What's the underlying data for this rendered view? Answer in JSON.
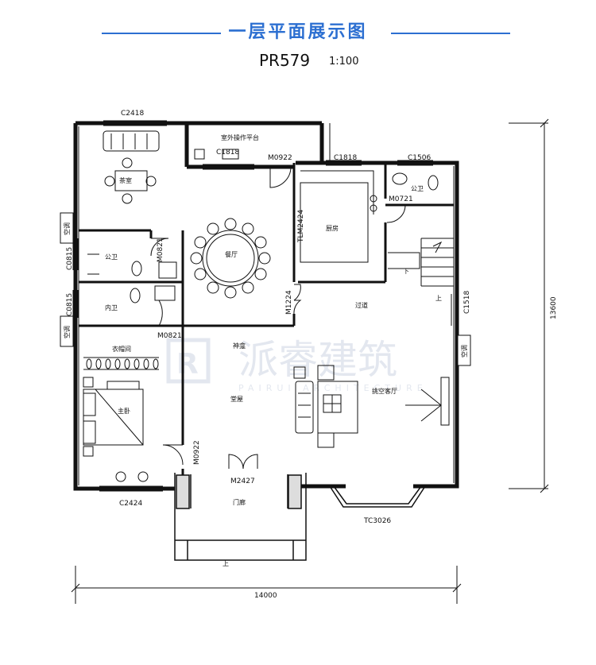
{
  "header": {
    "title": "一层平面展示图",
    "accent_color": "#2c6fd1"
  },
  "plan": {
    "code": "PR579",
    "scale": "1:100"
  },
  "rooms": {
    "terrace": "室外操作平台",
    "tea_room": "茶室",
    "dining": "餐厅",
    "kitchen": "厨房",
    "public_wc": "公卫",
    "inner_wc": "内卫",
    "public_wc2": "公卫",
    "corridor": "过道",
    "shrine": "神龛",
    "hall": "堂屋",
    "living": "挑空客厅",
    "closet": "衣帽间",
    "master_bed": "主卧",
    "porch": "门廊",
    "ac_label": "空调"
  },
  "openings": {
    "c2418": "C2418",
    "c1818a": "C1818",
    "m0922a": "M0922",
    "c1818b": "C1818",
    "c1506": "C1506",
    "m0721": "M0721",
    "tlm2424": "TLM2424",
    "m0821a": "M0821",
    "c0815a": "C0815",
    "c0815b": "C0815",
    "m0821b": "M0821",
    "m1224": "M1224",
    "c1518": "C1518",
    "m0922b": "M0922",
    "m2427": "M2427",
    "c2424": "C2424",
    "tc3026": "TC3026"
  },
  "stairs": {
    "down": "下",
    "up": "上",
    "porch_up": "上"
  },
  "dimensions": {
    "width": "14000",
    "depth": "13600"
  },
  "watermark": {
    "brand": "派睿建筑",
    "sub": "PAIRUI ARCHITECTURE"
  }
}
